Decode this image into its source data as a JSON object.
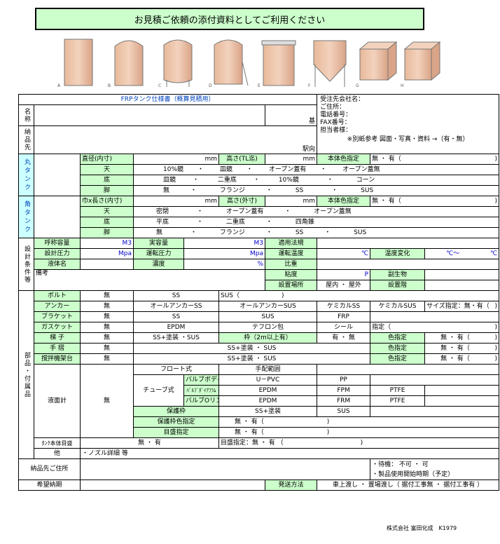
{
  "banner": "お見積ご依頼の添付資料としてご利用ください",
  "tank_letters": [
    "A",
    "B",
    "C",
    "D",
    "E",
    "F",
    "G",
    "H"
  ],
  "title": "FRPタンク仕様書（概算見積用）",
  "labels": {
    "name": "名称",
    "dest": "納品先",
    "qty": "基",
    "loc": "駅向",
    "maru": "丸タンク",
    "kaku": "角タンク",
    "design": "設計条件等",
    "parts": "部品・付属品"
  },
  "company": {
    "lines": [
      "受注先会社名：",
      "ご住所：",
      "電話番号：",
      "FAX番号：",
      "担当者様："
    ],
    "ref": "※別紙参考 図面・写真・資料 →（有・無）"
  },
  "maru": {
    "r1": [
      "直径(内寸)",
      "mm",
      "高さ(TL迄)",
      "mm",
      "本体色指定",
      "無 ・ 有（",
      ")"
    ],
    "r2": [
      "天",
      "10%鏡",
      "・",
      "皿鏡",
      "・",
      "オープン蓋有",
      "・",
      "オープン蓋無"
    ],
    "r3": [
      "底",
      "皿鏡",
      "・",
      "二重底",
      "・",
      "10%鏡",
      "・",
      "コーン"
    ],
    "r4": [
      "脚",
      "無",
      "・",
      "フランジ",
      "・",
      "SS",
      "・",
      "SUS"
    ]
  },
  "kaku": {
    "r1": [
      "巾x長さ(内寸)",
      "mm",
      "高さ(外寸)",
      "mm",
      "本体色指定",
      "無 ・ 有（",
      ")"
    ],
    "r2": [
      "天",
      "密閉",
      "・",
      "オープン蓋有",
      "・",
      "オープン蓋無"
    ],
    "r3": [
      "底",
      "平底",
      "・",
      "二重底",
      "・",
      "四角錐"
    ],
    "r4": [
      "脚",
      "無",
      "・",
      "フランジ",
      "・",
      "SS",
      "・",
      "SUS"
    ]
  },
  "design": {
    "rows": [
      [
        "呼称容量",
        "M3",
        "実容量",
        "M3",
        "適用法規",
        ""
      ],
      [
        "設計圧力",
        "Mpa",
        "運転圧力",
        "Mpa",
        "運転温度",
        "℃",
        "温度変化",
        "℃～",
        "℃"
      ],
      [
        "液体名",
        "",
        "濃度",
        "%",
        "比重",
        ""
      ],
      [
        "備考",
        "",
        "",
        "",
        "粘度",
        "P",
        "副生物",
        ""
      ],
      [
        "",
        "",
        "",
        "",
        "設置場所",
        "屋内 ・ 屋外",
        "設置階",
        ""
      ]
    ]
  },
  "parts": {
    "rows": [
      [
        "ボルト",
        "無",
        "SS",
        "SUS（",
        ")"
      ],
      [
        "アンカー",
        "無",
        "オールアンカーSS",
        "オールアンカーSUS",
        "ケミカルSS",
        "ケミカルSUS",
        "サイズ指定：無・有（",
        ")"
      ],
      [
        "ブラケット",
        "無",
        "SS",
        "SUS",
        "FRP"
      ],
      [
        "ガスケット",
        "無",
        "EPDM",
        "テフロン包",
        "シール",
        "指定（",
        ")"
      ],
      [
        "梯 子",
        "無",
        "SS+塗装 ・SUS",
        "枠（2m以上有）",
        "有 ・ 無",
        "色指定",
        "無 ・ 有（",
        ")"
      ],
      [
        "手 摺",
        "無",
        "SS+塗装 ・ SUS",
        "色指定",
        "無 ・ 有（",
        ")"
      ],
      [
        "撹拌機架台",
        "無",
        "SS+塗装 ・ SUS",
        "色指定",
        "無 ・ 有（",
        ")"
      ]
    ],
    "gauge": {
      "label": "液面計",
      "none": "無",
      "float": "フロート式",
      "manual": "手配範囲",
      "tube": "チューブ式",
      "valve_body": [
        "バルブボディ",
        "U－PVC",
        "PP"
      ],
      "diaphragm": [
        "ﾊﾞﾙﾌﾞﾀﾞｲｱﾌﾗﾑ",
        "EPDM",
        "FPM",
        "PTFE"
      ],
      "oring": [
        "バルブOリング",
        "EPDM",
        "FRM",
        "PTFE"
      ],
      "frame": [
        "保護枠",
        "SS+塗装",
        "SUS"
      ],
      "frame_color": [
        "保護枠色指定",
        "無 ・ 有（",
        ")"
      ],
      "scale": [
        "目盛指定",
        "無 ・ 有（",
        ")"
      ]
    },
    "tank_scale": [
      "ﾀﾝｸ本体目盛",
      "無 ・ 有",
      "目盛指定：無 ・ 有 （",
      ")"
    ],
    "other": [
      "他",
      "・ノズル詳細 等"
    ]
  },
  "bottom": {
    "address": "納品先ご住所",
    "wait": "・待機： 不可 ・ 可",
    "start": "・製品使用開始時期（予定）",
    "delivery": "希望納期",
    "ship": "発送方法",
    "ship_opts": "車上渡し ・ 置場渡し（ 据付工事無 ・ 据付工事有 ）"
  },
  "footer": "株式会社 富田化成　K1979"
}
